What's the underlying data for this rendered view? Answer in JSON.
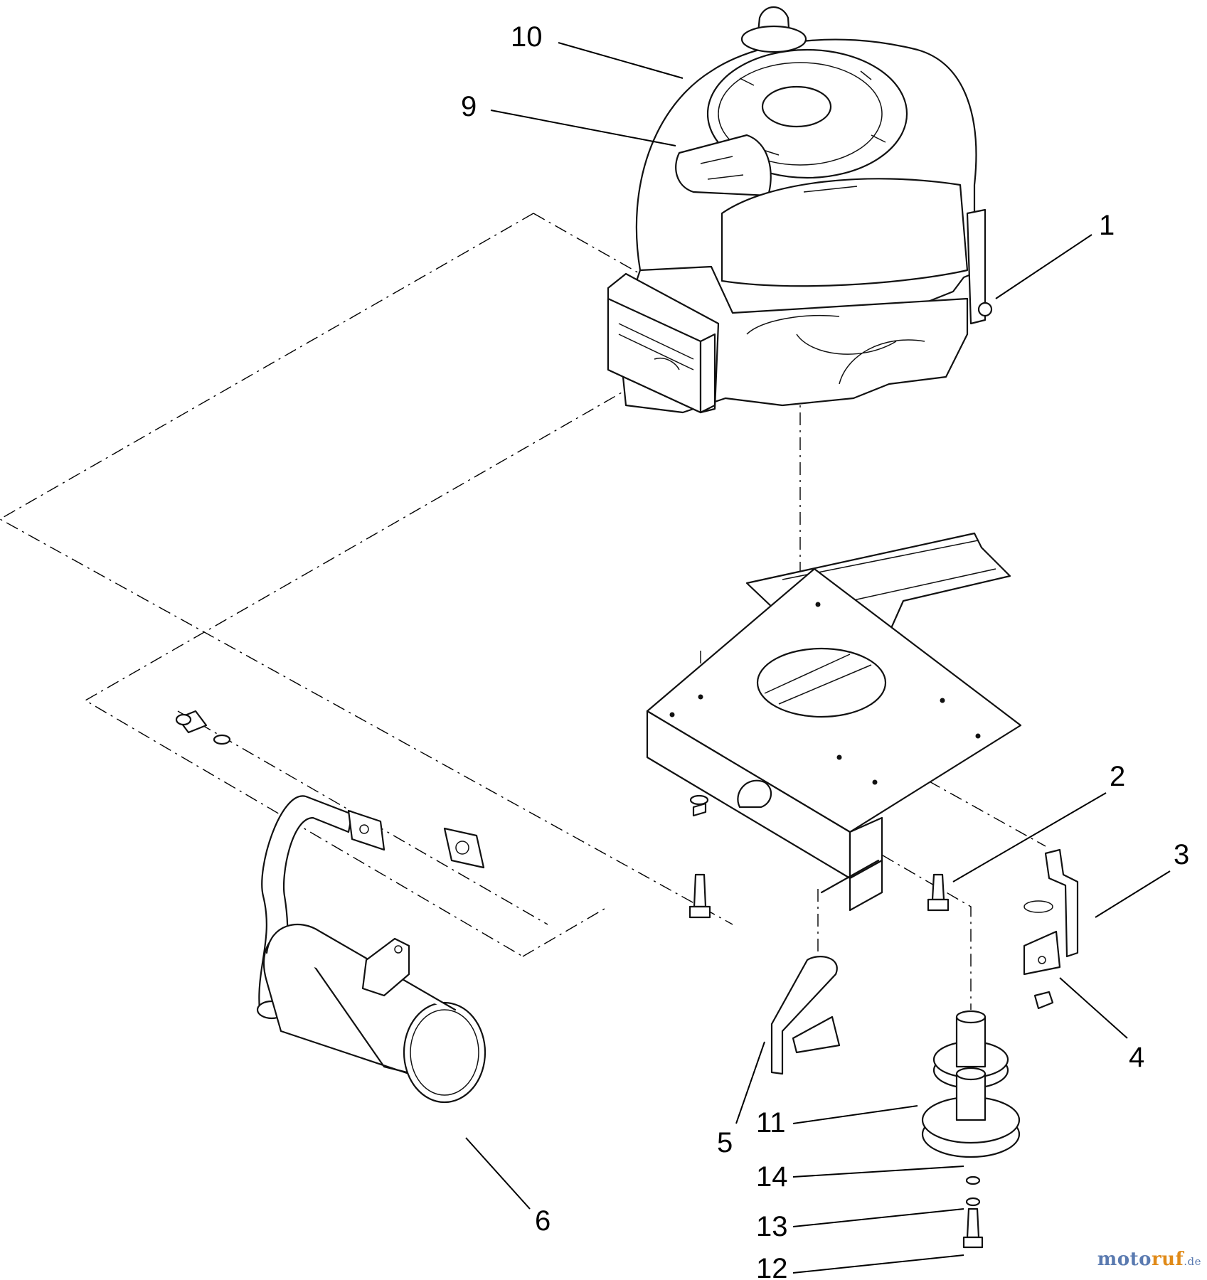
{
  "callouts": [
    {
      "id": "1",
      "label": "1"
    },
    {
      "id": "2",
      "label": "2"
    },
    {
      "id": "3",
      "label": "3"
    },
    {
      "id": "4",
      "label": "4"
    },
    {
      "id": "5",
      "label": "5"
    },
    {
      "id": "6",
      "label": "6"
    },
    {
      "id": "9",
      "label": "9"
    },
    {
      "id": "10",
      "label": "10"
    },
    {
      "id": "11",
      "label": "11"
    },
    {
      "id": "12",
      "label": "12"
    },
    {
      "id": "13",
      "label": "13"
    },
    {
      "id": "14",
      "label": "14"
    }
  ],
  "watermark": {
    "part1": "moto",
    "part2": "ruf",
    "suffix": ".de"
  }
}
